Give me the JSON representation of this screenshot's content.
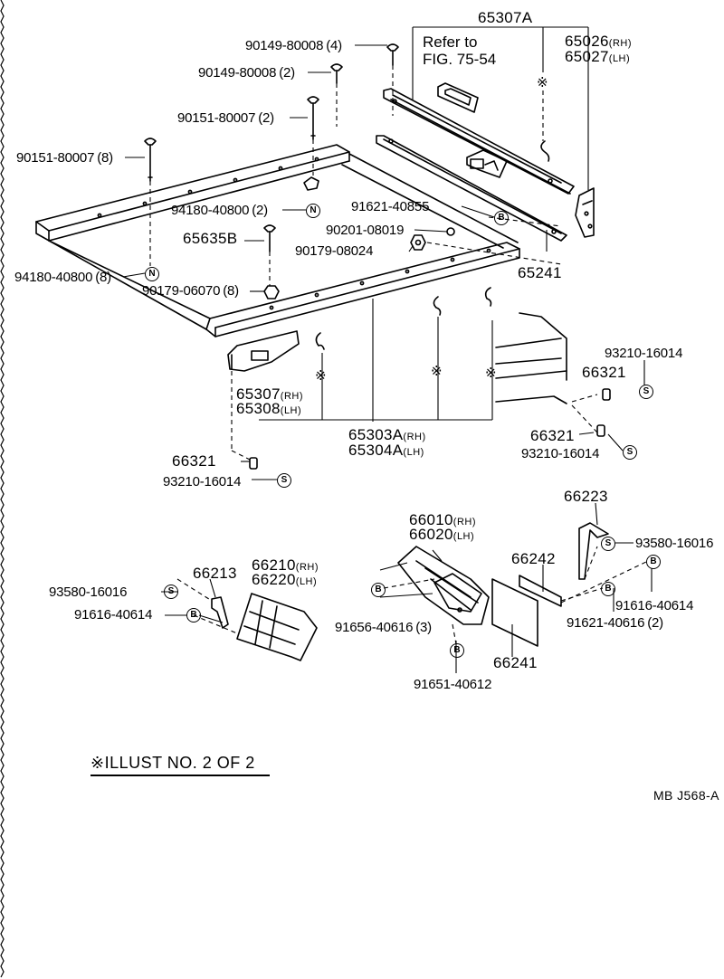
{
  "diagram": {
    "reference": {
      "line1": "Refer to",
      "line2": "FIG. 75-54"
    },
    "mark_symbol": "※",
    "markers": {
      "N": "N",
      "B": "B",
      "S": "S"
    },
    "labels": {
      "p65307A": "65307A",
      "p65026": "65026",
      "p65026_suf": "(RH)",
      "p65027": "65027",
      "p65027_suf": "(LH)",
      "p90149a": "90149-80008",
      "p90149a_qty": "(4)",
      "p90149b": "90149-80008",
      "p90149b_qty": "(2)",
      "p90151a": "90151-80007",
      "p90151a_qty": "(2)",
      "p90151b": "90151-80007",
      "p90151b_qty": "(8)",
      "p94180a": "94180-40800",
      "p94180a_qty": "(2)",
      "p91621a": "91621-40855",
      "p90201": "90201-08019",
      "p65635B": "65635B",
      "p90179a": "90179-08024",
      "p94180b": "94180-40800",
      "p94180b_qty": "(8)",
      "p90179b": "90179-06070",
      "p90179b_qty": "(8)",
      "p65241": "65241",
      "p93210a": "93210-16014",
      "p66321a": "66321",
      "p65307": "65307",
      "p65307_suf": "(RH)",
      "p65308": "65308",
      "p65308_suf": "(LH)",
      "p65303A": "65303A",
      "p65303A_suf": "(RH)",
      "p65304A": "65304A",
      "p65304A_suf": "(LH)",
      "p66321b": "66321",
      "p93210b": "93210-16014",
      "p66321c": "66321",
      "p93210c": "93210-16014",
      "p66223": "66223",
      "p66010": "66010",
      "p66010_suf": "(RH)",
      "p66020": "66020",
      "p66020_suf": "(LH)",
      "p93580a": "93580-16016",
      "p66242": "66242",
      "p91616a": "91616-40614",
      "p91621b": "91621-40616",
      "p91621b_qty": "(2)",
      "p66241": "66241",
      "p91656": "91656-40616",
      "p91656_qty": "(3)",
      "p91651": "91651-40612",
      "p66213": "66213",
      "p66210": "66210",
      "p66210_suf": "(RH)",
      "p66220": "66220",
      "p66220_suf": "(LH)",
      "p93580b": "93580-16016",
      "p91616b": "91616-40614"
    },
    "footnote": "※ILLUST  NO. 2 OF 2",
    "drawing_code": "MB  J568-A"
  }
}
